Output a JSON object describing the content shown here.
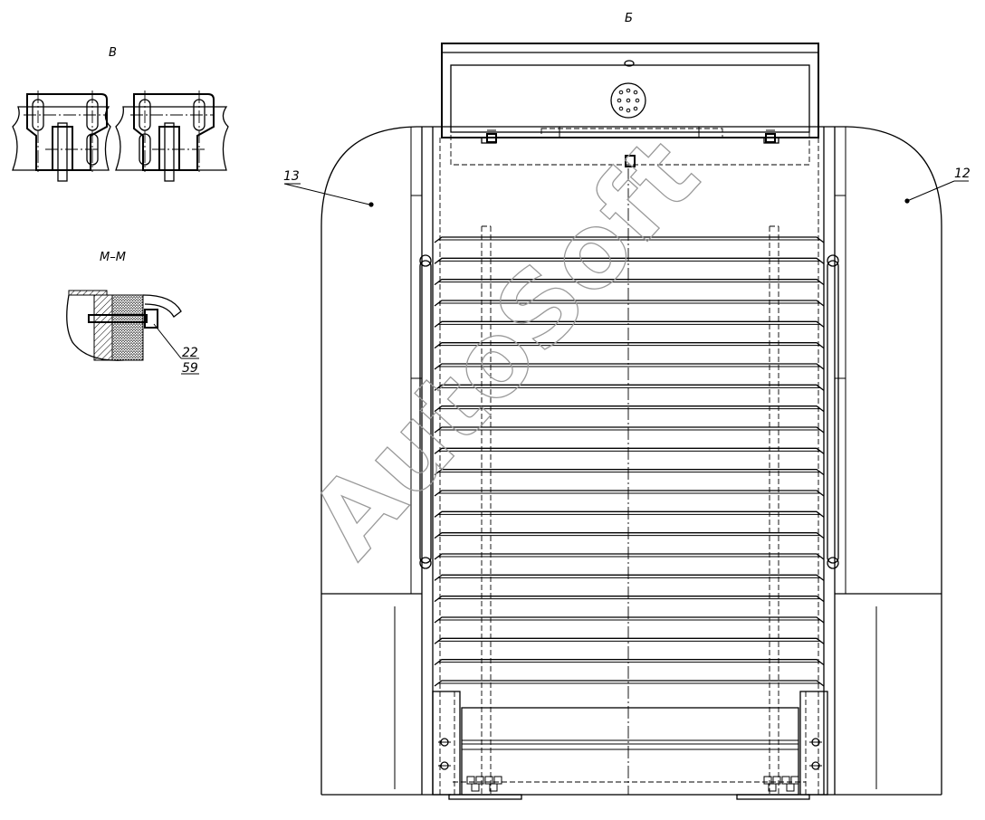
{
  "views": {
    "main_label": "Б",
    "detail_b_label": "В",
    "section_label": "М–М"
  },
  "callouts": {
    "left_panel": "13",
    "right_panel": "12",
    "bolt_top": "22",
    "bolt_bottom": "59"
  },
  "watermark": "AutoSoft",
  "diagram": {
    "louver_count": 22
  }
}
